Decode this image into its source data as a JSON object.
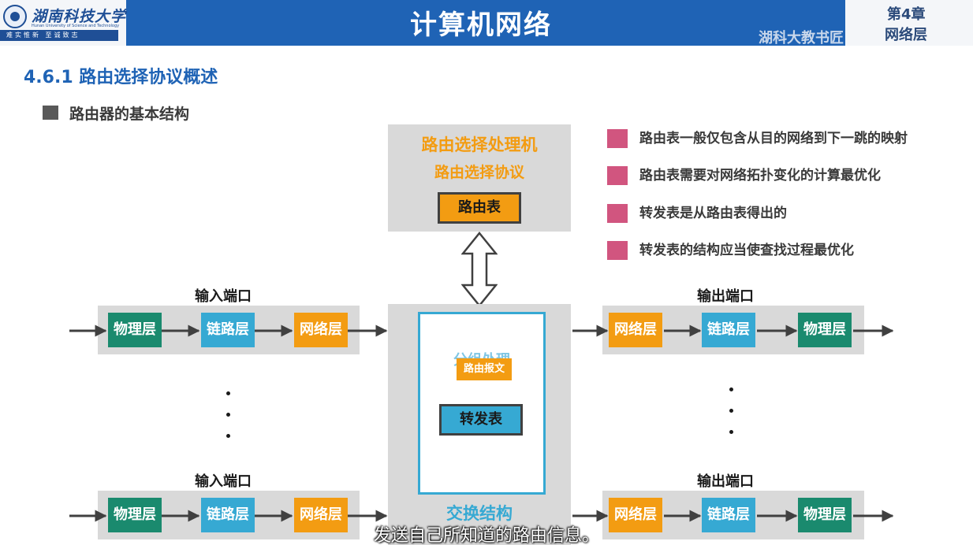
{
  "header": {
    "university_name": "湖南科技大学",
    "university_en": "Hunan University of Science and Technology",
    "motto": "难实惟新  至诚致志",
    "title": "计算机网络",
    "chapter": "第4章",
    "chapter_sub": "网络层",
    "watermark": "湖科大教书匠",
    "brand_color": "#1f63b5"
  },
  "section": {
    "title": "4.6.1 路由选择协议概述",
    "subtitle": "路由器的基本结构"
  },
  "routing_processor": {
    "title": "路由选择处理机",
    "protocol": "路由选择协议",
    "routing_table": "路由表"
  },
  "notes": [
    "路由表一般仅包含从目的网络到下一跳的映射",
    "路由表需要对网络拓扑变化的计算最优化",
    "转发表是从路由表得出的",
    "转发表的结构应当使查找过程最优化"
  ],
  "input_ports": {
    "label": "输入端口",
    "layers": [
      "物理层",
      "链路层",
      "网络层"
    ]
  },
  "output_ports": {
    "label": "输出端口",
    "layers": [
      "网络层",
      "链路层",
      "物理层"
    ]
  },
  "switch_fabric": {
    "packet_processing": "分组处理",
    "route_message": "路由报文",
    "forwarding_table": "转发表",
    "label": "交换结构"
  },
  "caption": "发送自己所知道的路由信息。",
  "colors": {
    "physical": "#1a8a6e",
    "link": "#36a9d3",
    "network": "#f39c12",
    "note_marker": "#d1557f"
  }
}
